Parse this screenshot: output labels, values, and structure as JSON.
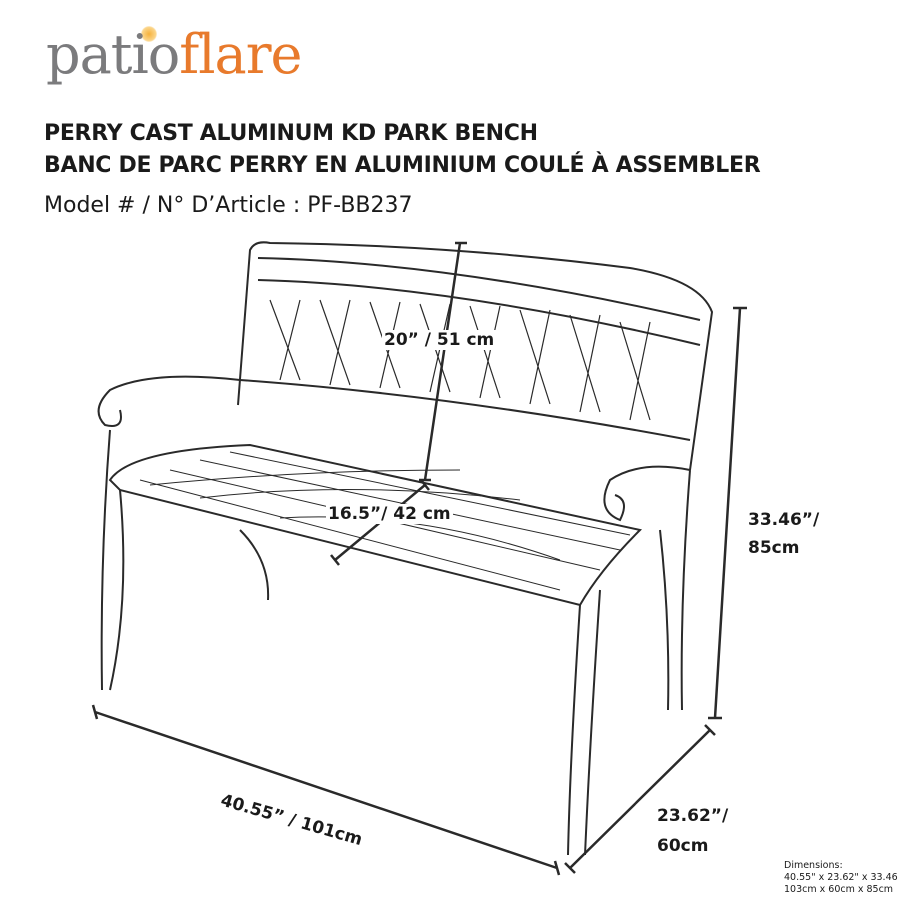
{
  "brand": {
    "part1": "patio",
    "part2": "flare",
    "color_gray": "#7b7b7d",
    "color_orange": "#e87a2c"
  },
  "title_en": "PERRY CAST ALUMINUM KD PARK BENCH",
  "title_fr": "BANC DE PARC PERRY EN ALUMINIUM COULÉ À ASSEMBLER",
  "model": "Model # / N° D’Article : PF-BB237",
  "dimensions": {
    "back_height": "20” / 51 cm",
    "seat_depth": "16.5”/ 42 cm",
    "height_1": "33.46”/",
    "height_2": "85cm",
    "width": "40.55” / 101cm",
    "depth_1": "23.62”/",
    "depth_2": "60cm"
  },
  "note": {
    "label": "Dimensions:",
    "imperial": "40.55\" x 23.62\" x 33.46",
    "metric": "103cm x 60cm x 85cm"
  }
}
